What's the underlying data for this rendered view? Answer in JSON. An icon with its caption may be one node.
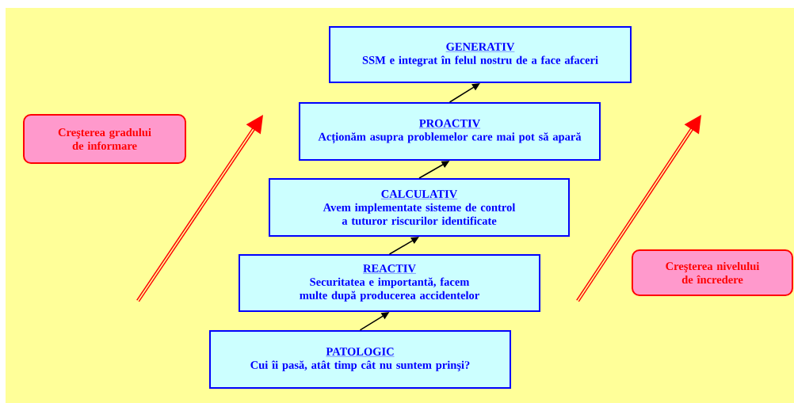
{
  "diagram": {
    "nodes": [
      {
        "text": [
          "GENERATIV",
          "SSM e integrat în felul nostru de a face afaceri"
        ]
      },
      {
        "text": [
          "Creşterea gradului de informare"
        ]
      },
      {
        "text": [
          "PROACTIV",
          "Acționăm asupra problemelor care mai pot să apară"
        ]
      },
      {
        "text": [
          "CALCULATIV",
          "Avem implementate sisteme de control a tuturor riscurilor identificate"
        ]
      },
      {
        "text": [
          "Creşterea nivelului de încredere"
        ]
      },
      {
        "text": [
          "REACTIV",
          "Securitatea e importantă, facem multe după producerea accidentelor"
        ]
      },
      {
        "text": [
          "PATOLOGIC",
          "Cui îi pasă, atât timp cât nu suntem prinşi?"
        ]
      }
    ],
    "edges": [
      {
        "from": 6,
        "to": 5,
        "arrow": "to"
      },
      {
        "from": 5,
        "to": 3,
        "arrow": "to"
      },
      {
        "from": 3,
        "to": 2,
        "arrow": "to"
      },
      {
        "from": 2,
        "to": 0,
        "arrow": "to"
      }
    ]
  }
}
